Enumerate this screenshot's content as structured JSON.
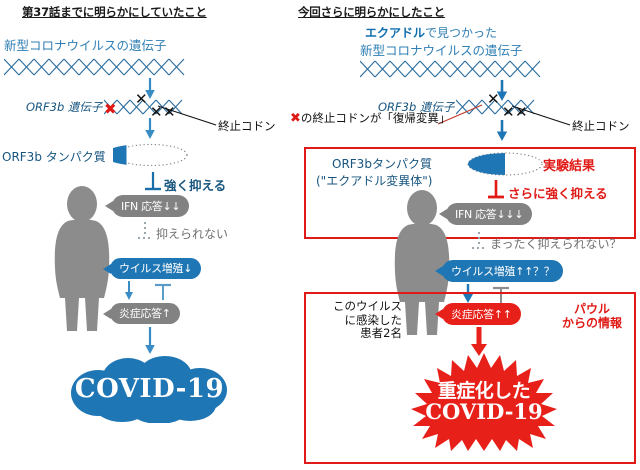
{
  "panels": {
    "left": {
      "title": "第37話までに明らかにしていたこと",
      "genome_label": "新型コロナウイルスの遺伝子",
      "gene_label": "ORF3b 遺伝子",
      "stop_codon_label": "終止コドン",
      "protein_label": "ORF3b タンパク質",
      "inhibit_label": "強く抑える",
      "ifn_label": "IFN 応答↓↓",
      "not_suppressed_label": "抑えられない",
      "virus_label": "ウイルス増殖↓",
      "inflammation_label": "炎症応答↑",
      "outcome_label": "COVID-19",
      "red_x_glyph": "✖"
    },
    "right": {
      "title": "今回さらに明らかにしたこと",
      "genome_label_highlight": "エクアドル",
      "genome_label_rest": "で見つかった",
      "genome_label_line2": "新型コロナウイルスの遺伝子",
      "gene_label": "ORF3b 遺伝子",
      "stop_codon_label": "終止コドン",
      "revert_x_glyph": "✖",
      "revert_note": "の終止コドンが「復帰変異」",
      "protein_label_line1": "ORF3bタンパク質",
      "protein_label_line2": "(\"エクアドル変異体\")",
      "experiment_badge": "実験結果",
      "inhibit_label": "さらに強く抑える",
      "ifn_label": "IFN 応答↓↓↓",
      "not_suppressed_label": "まったく抑えられない？",
      "virus_label": "ウイルス増殖↑↑？？",
      "inflammation_label": "炎症応答↑↑",
      "patient_note": "このウイルス\nに感染した\n患者2名",
      "source_note": "パウル\nからの情報",
      "outcome_line1": "重症化した",
      "outcome_line2": "COVID-19"
    }
  },
  "colors": {
    "blue_text": "#2f7fb5",
    "blue_strong": "#0f6fb0",
    "dark_blue": "#17557f",
    "gray_bubble": "#828282",
    "blue_bubble": "#1f76b4",
    "red": "#e01b17",
    "red_bubble": "#e8201a",
    "silhouette": "#8c8c8c",
    "cloud": "#1f76b4",
    "helix": "#2f6f9e"
  }
}
